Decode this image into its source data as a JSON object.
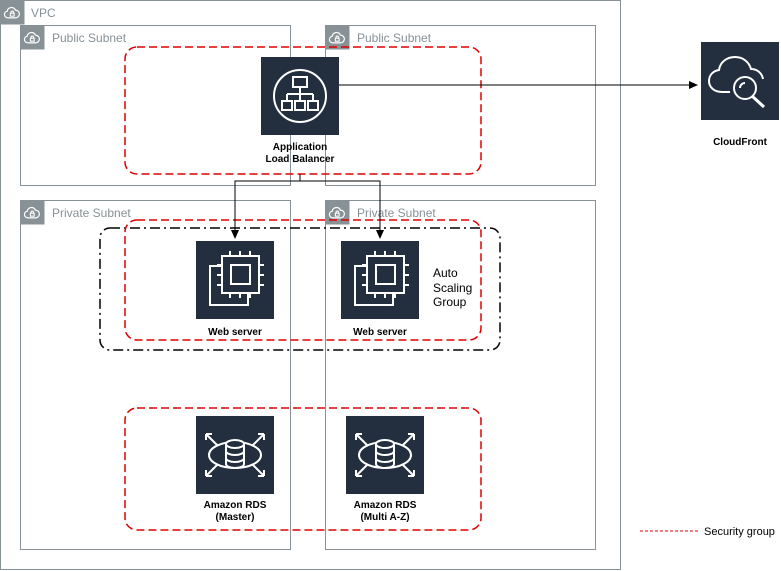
{
  "vpc": {
    "label": "VPC"
  },
  "subnets": {
    "public_left": {
      "label": "Public Subnet"
    },
    "public_right": {
      "label": "Public Subnet"
    },
    "private_left": {
      "label": "Private Subnet"
    },
    "private_right": {
      "label": "Private Subnet"
    }
  },
  "nodes": {
    "alb": {
      "line1": "Application",
      "line2": "Load Balancer"
    },
    "cloudfront": {
      "label": "CloudFront"
    },
    "web_left": {
      "label": "Web server"
    },
    "web_right": {
      "label": "Web server"
    },
    "rds_master": {
      "line1": "Amazon RDS",
      "line2": "(Master)"
    },
    "rds_multi": {
      "line1": "Amazon RDS",
      "line2": "(Multi A-Z)"
    }
  },
  "auto_scaling": {
    "line1": "Auto",
    "line2": "Scaling",
    "line3": "Group"
  },
  "legend": {
    "label": "Security group"
  },
  "colors": {
    "group_border": "#879196",
    "icon_bg": "#232f3e",
    "security_group": "#dd0000",
    "auto_scaling": "#000000"
  },
  "icons": {
    "vpc": "cloud-lock-icon",
    "subnet": "cloud-lock-icon",
    "alb": "elastic-load-balancing-icon",
    "cloudfront": "cloudfront-icon",
    "ec2": "ec2-chip-icon",
    "rds": "rds-database-icon"
  }
}
